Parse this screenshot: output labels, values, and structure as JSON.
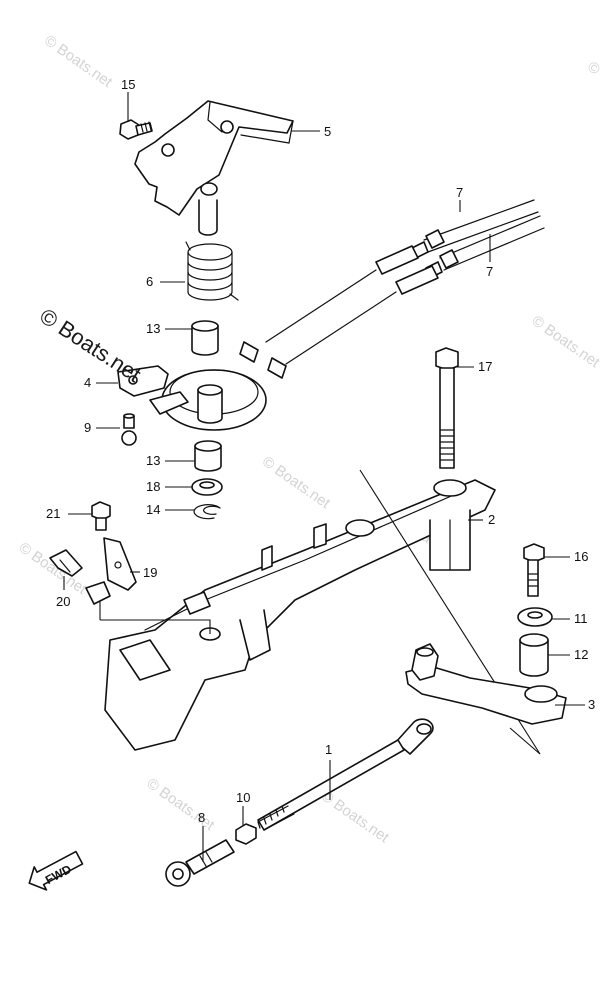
{
  "watermarks": {
    "main": "© Boats.net",
    "faint": "© Boats.net"
  },
  "direction_badge": "FWD",
  "callouts": {
    "c1": "1",
    "c2": "2",
    "c3": "3",
    "c4": "4",
    "c5": "5",
    "c6": "6",
    "c7a": "7",
    "c7b": "7",
    "c8": "8",
    "c9": "9",
    "c10": "10",
    "c11": "11",
    "c12": "12",
    "c13a": "13",
    "c13b": "13",
    "c14": "14",
    "c15": "15",
    "c16": "16",
    "c17": "17",
    "c18": "18",
    "c19": "19",
    "c20": "20",
    "c21": "21"
  },
  "colors": {
    "line": "#111111",
    "background": "#ffffff",
    "watermark": "#c9c9c9"
  }
}
